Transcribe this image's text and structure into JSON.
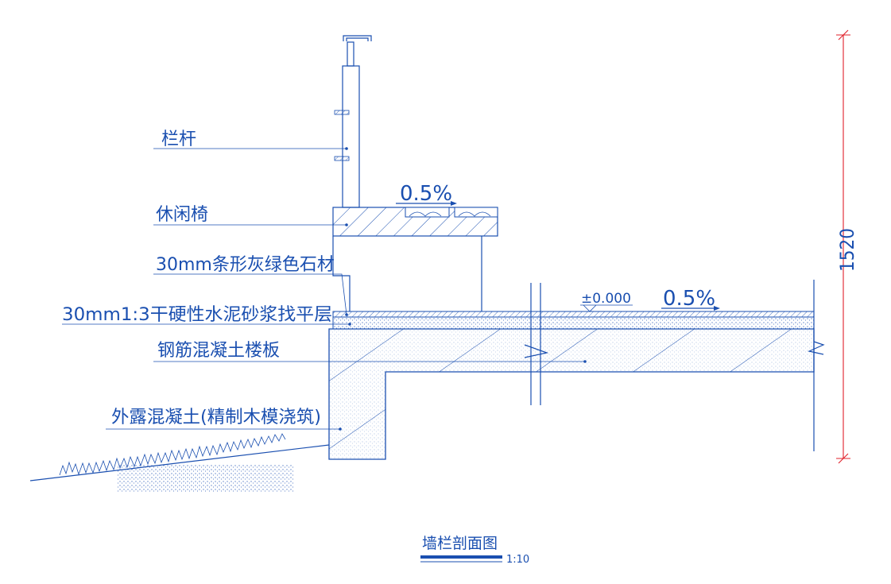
{
  "labels": {
    "railing": "栏杆",
    "bench": "休闲椅",
    "stone": "30mm条形灰绿色石材",
    "mortar": "30mm1:3干硬性水泥砂浆找平层",
    "slab": "钢筋混凝土楼板",
    "exposed_concrete": "外露混凝土(精制木模浇筑)"
  },
  "annotations": {
    "bench_slope": "0.5%",
    "floor_slope": "0.5%",
    "elevation": "±0.000",
    "dimension": "1520"
  },
  "title": {
    "text": "墙栏剖面图",
    "scale": "1:10"
  },
  "colors": {
    "line": "#1a4fb0",
    "dimension": "#e0202a"
  }
}
